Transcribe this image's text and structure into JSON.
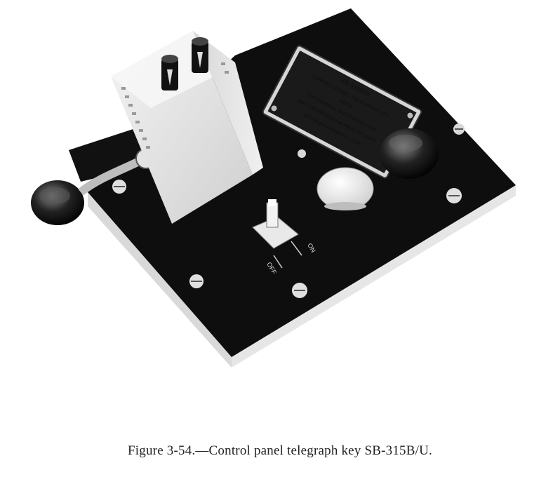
{
  "figure": {
    "caption": "Figure 3-54.—Control panel telegraph key SB-315B/U.",
    "photo": {
      "nameplate": {
        "line1": "SB-315B/U",
        "line2": "CONTROL PANEL, TELEGRAPH KEY",
        "line3": "SERIAL",
        "line4": "FOR GENERAL ELECTRONICS USE",
        "line5": "NAVY DEPARTMENT-BUREAU OF SHIPS",
        "line6": "DITTMORE-FREIMUTH CORP."
      },
      "switch_labels": {
        "on": "ON",
        "off": "OFF"
      }
    }
  },
  "colors": {
    "panel": "#0e0e0e",
    "housing": "#e8e8e8",
    "background": "#ffffff"
  }
}
